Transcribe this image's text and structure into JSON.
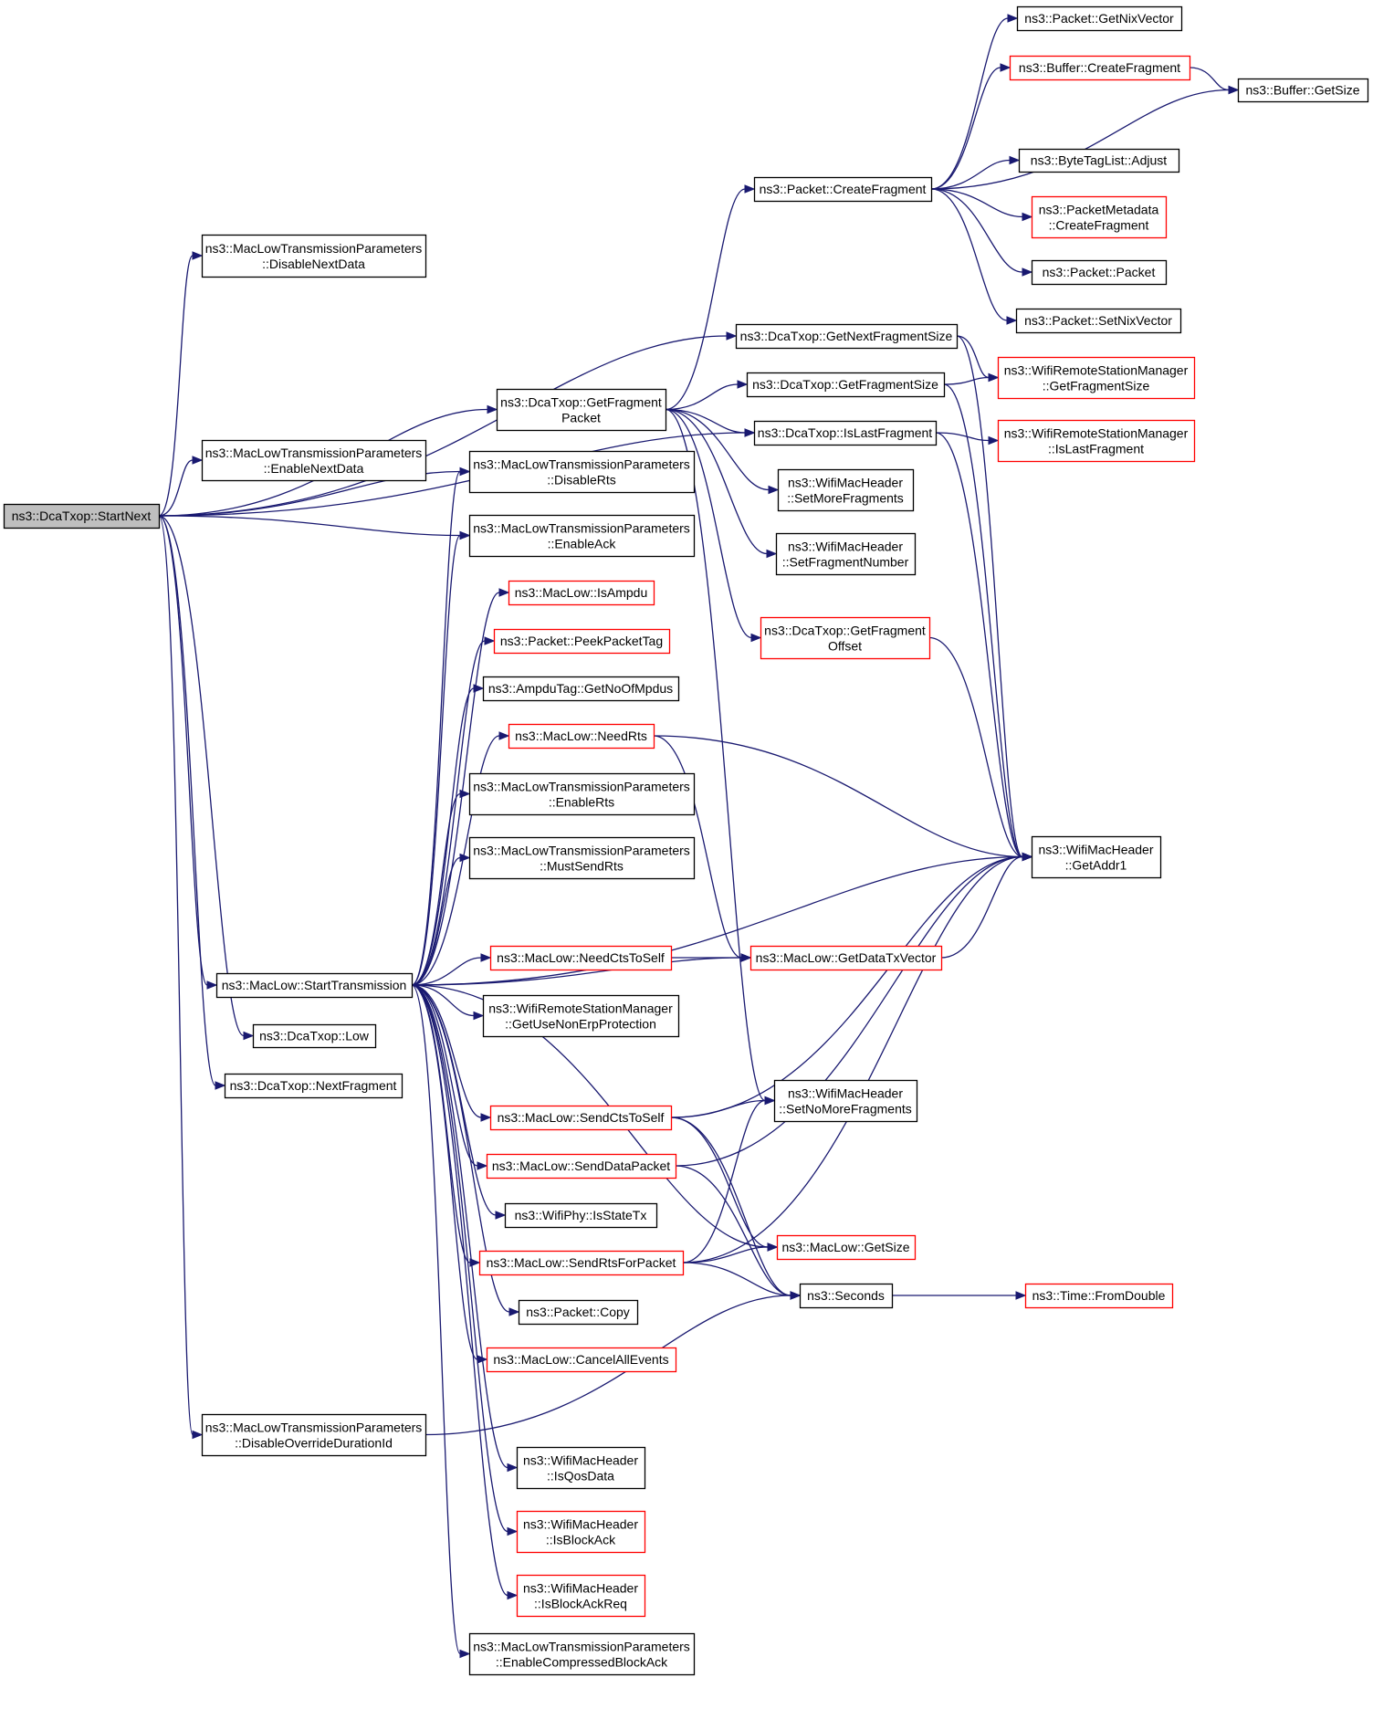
{
  "colors": {
    "edge": "#191970",
    "border_normal": "#000000",
    "border_truncated": "#ff0000",
    "fill_root": "#bfbfbf",
    "fill_normal": "#ffffff"
  },
  "nodes": [
    {
      "id": "StartNext",
      "lines": [
        "ns3::DcaTxop::StartNext"
      ],
      "style": "root"
    },
    {
      "id": "DisableNextData",
      "lines": [
        "ns3::MacLowTransmissionParameters",
        "::DisableNextData"
      ],
      "style": "normal"
    },
    {
      "id": "EnableNextData",
      "lines": [
        "ns3::MacLowTransmissionParameters",
        "::EnableNextData"
      ],
      "style": "normal"
    },
    {
      "id": "StartTransmission",
      "lines": [
        "ns3::MacLow::StartTransmission"
      ],
      "style": "normal"
    },
    {
      "id": "Low",
      "lines": [
        "ns3::DcaTxop::Low"
      ],
      "style": "normal"
    },
    {
      "id": "NextFragment",
      "lines": [
        "ns3::DcaTxop::NextFragment"
      ],
      "style": "normal"
    },
    {
      "id": "DisableOverrideDurationId",
      "lines": [
        "ns3::MacLowTransmissionParameters",
        "::DisableOverrideDurationId"
      ],
      "style": "normal"
    },
    {
      "id": "GetFragmentPacket",
      "lines": [
        "ns3::DcaTxop::GetFragment",
        "Packet"
      ],
      "style": "normal"
    },
    {
      "id": "DisableRts",
      "lines": [
        "ns3::MacLowTransmissionParameters",
        "::DisableRts"
      ],
      "style": "normal"
    },
    {
      "id": "EnableAck",
      "lines": [
        "ns3::MacLowTransmissionParameters",
        "::EnableAck"
      ],
      "style": "normal"
    },
    {
      "id": "IsAmpdu",
      "lines": [
        "ns3::MacLow::IsAmpdu"
      ],
      "style": "truncated"
    },
    {
      "id": "PeekPacketTag",
      "lines": [
        "ns3::Packet::PeekPacketTag"
      ],
      "style": "truncated"
    },
    {
      "id": "GetNoOfMpdus",
      "lines": [
        "ns3::AmpduTag::GetNoOfMpdus"
      ],
      "style": "normal"
    },
    {
      "id": "NeedRts",
      "lines": [
        "ns3::MacLow::NeedRts"
      ],
      "style": "truncated"
    },
    {
      "id": "EnableRts",
      "lines": [
        "ns3::MacLowTransmissionParameters",
        "::EnableRts"
      ],
      "style": "normal"
    },
    {
      "id": "MustSendRts",
      "lines": [
        "ns3::MacLowTransmissionParameters",
        "::MustSendRts"
      ],
      "style": "normal"
    },
    {
      "id": "NeedCtsToSelf",
      "lines": [
        "ns3::MacLow::NeedCtsToSelf"
      ],
      "style": "truncated"
    },
    {
      "id": "GetUseNonErpProtection",
      "lines": [
        "ns3::WifiRemoteStationManager",
        "::GetUseNonErpProtection"
      ],
      "style": "normal"
    },
    {
      "id": "SendCtsToSelf",
      "lines": [
        "ns3::MacLow::SendCtsToSelf"
      ],
      "style": "truncated"
    },
    {
      "id": "SendDataPacket",
      "lines": [
        "ns3::MacLow::SendDataPacket"
      ],
      "style": "truncated"
    },
    {
      "id": "IsStateTx",
      "lines": [
        "ns3::WifiPhy::IsStateTx"
      ],
      "style": "normal"
    },
    {
      "id": "SendRtsForPacket",
      "lines": [
        "ns3::MacLow::SendRtsForPacket"
      ],
      "style": "truncated"
    },
    {
      "id": "PacketCopy",
      "lines": [
        "ns3::Packet::Copy"
      ],
      "style": "normal"
    },
    {
      "id": "CancelAllEvents",
      "lines": [
        "ns3::MacLow::CancelAllEvents"
      ],
      "style": "truncated"
    },
    {
      "id": "IsQosData",
      "lines": [
        "ns3::WifiMacHeader",
        "::IsQosData"
      ],
      "style": "normal"
    },
    {
      "id": "IsBlockAck",
      "lines": [
        "ns3::WifiMacHeader",
        "::IsBlockAck"
      ],
      "style": "truncated"
    },
    {
      "id": "IsBlockAckReq",
      "lines": [
        "ns3::WifiMacHeader",
        "::IsBlockAckReq"
      ],
      "style": "truncated"
    },
    {
      "id": "EnableCompressedBlockAck",
      "lines": [
        "ns3::MacLowTransmissionParameters",
        "::EnableCompressedBlockAck"
      ],
      "style": "normal"
    },
    {
      "id": "CreateFragment",
      "lines": [
        "ns3::Packet::CreateFragment"
      ],
      "style": "normal"
    },
    {
      "id": "GetNextFragmentSize",
      "lines": [
        "ns3::DcaTxop::GetNextFragmentSize"
      ],
      "style": "normal"
    },
    {
      "id": "GetFragmentSize",
      "lines": [
        "ns3::DcaTxop::GetFragmentSize"
      ],
      "style": "normal"
    },
    {
      "id": "IsLastFragment",
      "lines": [
        "ns3::DcaTxop::IsLastFragment"
      ],
      "style": "normal"
    },
    {
      "id": "SetMoreFragments",
      "lines": [
        "ns3::WifiMacHeader",
        "::SetMoreFragments"
      ],
      "style": "normal"
    },
    {
      "id": "SetFragmentNumber",
      "lines": [
        "ns3::WifiMacHeader",
        "::SetFragmentNumber"
      ],
      "style": "normal"
    },
    {
      "id": "GetFragmentOffset",
      "lines": [
        "ns3::DcaTxop::GetFragment",
        "Offset"
      ],
      "style": "truncated"
    },
    {
      "id": "GetDataTxVector",
      "lines": [
        "ns3::MacLow::GetDataTxVector"
      ],
      "style": "truncated"
    },
    {
      "id": "SetNoMoreFragments",
      "lines": [
        "ns3::WifiMacHeader",
        "::SetNoMoreFragments"
      ],
      "style": "normal"
    },
    {
      "id": "MacLowGetSize",
      "lines": [
        "ns3::MacLow::GetSize"
      ],
      "style": "truncated"
    },
    {
      "id": "Seconds",
      "lines": [
        "ns3::Seconds"
      ],
      "style": "normal"
    },
    {
      "id": "GetNixVector",
      "lines": [
        "ns3::Packet::GetNixVector"
      ],
      "style": "normal"
    },
    {
      "id": "BufferCreateFragment",
      "lines": [
        "ns3::Buffer::CreateFragment"
      ],
      "style": "truncated"
    },
    {
      "id": "BufferGetSize",
      "lines": [
        "ns3::Buffer::GetSize"
      ],
      "style": "normal"
    },
    {
      "id": "ByteTagListAdjust",
      "lines": [
        "ns3::ByteTagList::Adjust"
      ],
      "style": "normal"
    },
    {
      "id": "PacketMetadataCreateFragment",
      "lines": [
        "ns3::PacketMetadata",
        "::CreateFragment"
      ],
      "style": "truncated"
    },
    {
      "id": "PacketPacket",
      "lines": [
        "ns3::Packet::Packet"
      ],
      "style": "normal"
    },
    {
      "id": "SetNixVector",
      "lines": [
        "ns3::Packet::SetNixVector"
      ],
      "style": "normal"
    },
    {
      "id": "WRSMGetFragmentSize",
      "lines": [
        "ns3::WifiRemoteStationManager",
        "::GetFragmentSize"
      ],
      "style": "truncated"
    },
    {
      "id": "WRSMIsLastFragment",
      "lines": [
        "ns3::WifiRemoteStationManager",
        "::IsLastFragment"
      ],
      "style": "truncated"
    },
    {
      "id": "GetAddr1",
      "lines": [
        "ns3::WifiMacHeader",
        "::GetAddr1"
      ],
      "style": "normal"
    },
    {
      "id": "FromDouble",
      "lines": [
        "ns3::Time::FromDouble"
      ],
      "style": "truncated"
    }
  ],
  "edges": [
    [
      "StartNext",
      "DisableNextData"
    ],
    [
      "StartNext",
      "GetNextFragmentSize"
    ],
    [
      "StartNext",
      "IsLastFragment"
    ],
    [
      "StartNext",
      "GetFragmentPacket"
    ],
    [
      "StartNext",
      "EnableNextData"
    ],
    [
      "StartNext",
      "DisableRts"
    ],
    [
      "StartNext",
      "EnableAck"
    ],
    [
      "StartNext",
      "StartTransmission"
    ],
    [
      "StartNext",
      "Low"
    ],
    [
      "StartNext",
      "NextFragment"
    ],
    [
      "StartNext",
      "DisableOverrideDurationId"
    ],
    [
      "GetFragmentPacket",
      "CreateFragment"
    ],
    [
      "GetFragmentPacket",
      "GetFragmentSize"
    ],
    [
      "GetFragmentPacket",
      "IsLastFragment"
    ],
    [
      "GetFragmentPacket",
      "SetMoreFragments"
    ],
    [
      "GetFragmentPacket",
      "SetFragmentNumber"
    ],
    [
      "GetFragmentPacket",
      "GetFragmentOffset"
    ],
    [
      "GetFragmentPacket",
      "SetNoMoreFragments"
    ],
    [
      "CreateFragment",
      "GetNixVector"
    ],
    [
      "CreateFragment",
      "BufferCreateFragment"
    ],
    [
      "CreateFragment",
      "BufferGetSize"
    ],
    [
      "CreateFragment",
      "ByteTagListAdjust"
    ],
    [
      "CreateFragment",
      "PacketMetadataCreateFragment"
    ],
    [
      "CreateFragment",
      "PacketPacket"
    ],
    [
      "CreateFragment",
      "SetNixVector"
    ],
    [
      "BufferCreateFragment",
      "BufferGetSize"
    ],
    [
      "GetNextFragmentSize",
      "WRSMGetFragmentSize"
    ],
    [
      "GetNextFragmentSize",
      "GetAddr1"
    ],
    [
      "GetFragmentSize",
      "WRSMGetFragmentSize"
    ],
    [
      "GetFragmentSize",
      "GetAddr1"
    ],
    [
      "IsLastFragment",
      "WRSMIsLastFragment"
    ],
    [
      "IsLastFragment",
      "GetAddr1"
    ],
    [
      "GetFragmentOffset",
      "GetAddr1"
    ],
    [
      "StartTransmission",
      "DisableRts"
    ],
    [
      "StartTransmission",
      "EnableAck"
    ],
    [
      "StartTransmission",
      "IsAmpdu"
    ],
    [
      "StartTransmission",
      "PeekPacketTag"
    ],
    [
      "StartTransmission",
      "GetNoOfMpdus"
    ],
    [
      "StartTransmission",
      "NeedRts"
    ],
    [
      "StartTransmission",
      "EnableRts"
    ],
    [
      "StartTransmission",
      "MustSendRts"
    ],
    [
      "StartTransmission",
      "GetAddr1"
    ],
    [
      "StartTransmission",
      "NeedCtsToSelf"
    ],
    [
      "StartTransmission",
      "GetUseNonErpProtection"
    ],
    [
      "StartTransmission",
      "GetDataTxVector"
    ],
    [
      "StartTransmission",
      "SendCtsToSelf"
    ],
    [
      "StartTransmission",
      "SendDataPacket"
    ],
    [
      "StartTransmission",
      "IsStateTx"
    ],
    [
      "StartTransmission",
      "SendRtsForPacket"
    ],
    [
      "StartTransmission",
      "PacketCopy"
    ],
    [
      "StartTransmission",
      "CancelAllEvents"
    ],
    [
      "StartTransmission",
      "MacLowGetSize"
    ],
    [
      "StartTransmission",
      "IsQosData"
    ],
    [
      "StartTransmission",
      "IsBlockAck"
    ],
    [
      "StartTransmission",
      "IsBlockAckReq"
    ],
    [
      "StartTransmission",
      "EnableCompressedBlockAck"
    ],
    [
      "NeedRts",
      "GetAddr1"
    ],
    [
      "NeedRts",
      "GetDataTxVector"
    ],
    [
      "NeedCtsToSelf",
      "GetDataTxVector"
    ],
    [
      "GetDataTxVector",
      "GetAddr1"
    ],
    [
      "SendCtsToSelf",
      "GetAddr1"
    ],
    [
      "SendCtsToSelf",
      "SetNoMoreFragments"
    ],
    [
      "SendCtsToSelf",
      "MacLowGetSize"
    ],
    [
      "SendCtsToSelf",
      "Seconds"
    ],
    [
      "SendDataPacket",
      "GetAddr1"
    ],
    [
      "SendDataPacket",
      "Seconds"
    ],
    [
      "SendRtsForPacket",
      "GetAddr1"
    ],
    [
      "SendRtsForPacket",
      "SetNoMoreFragments"
    ],
    [
      "SendRtsForPacket",
      "MacLowGetSize"
    ],
    [
      "SendRtsForPacket",
      "Seconds"
    ],
    [
      "DisableOverrideDurationId",
      "Seconds"
    ],
    [
      "Seconds",
      "FromDouble"
    ]
  ]
}
